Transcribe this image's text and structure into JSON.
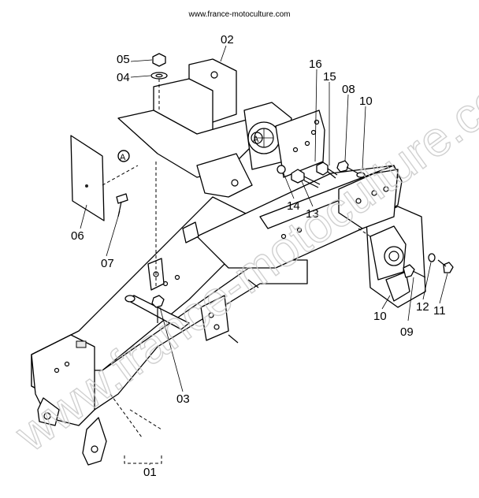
{
  "header": {
    "url": "www.france-motoculture.com"
  },
  "watermark": {
    "text": "www.france-motoculture.com"
  },
  "callouts": {
    "p01": "01",
    "p02": "02",
    "p03": "03",
    "p04": "04",
    "p05": "05",
    "p06": "06",
    "p07": "07",
    "p08": "08",
    "p09": "09",
    "p10a": "10",
    "p10b": "10",
    "p11": "11",
    "p12": "12",
    "p13": "13",
    "p14": "14",
    "p15": "15",
    "p16": "16"
  },
  "marker": {
    "letter": "A"
  }
}
